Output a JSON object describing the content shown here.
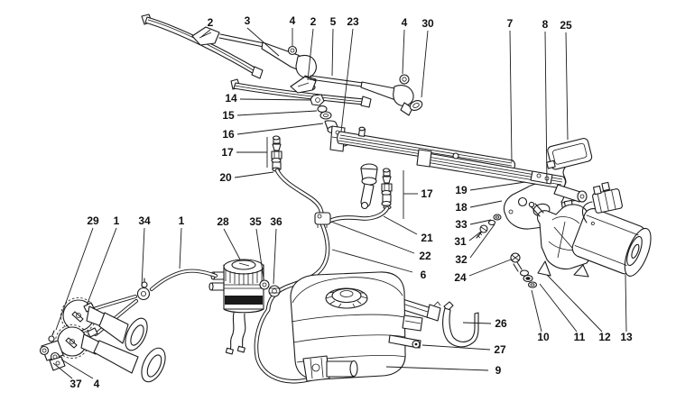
{
  "figure": {
    "background": "#ffffff",
    "ink": "#1a1a1a"
  },
  "callouts": [
    {
      "label": "2"
    },
    {
      "label": "3"
    },
    {
      "label": "4"
    },
    {
      "label": "2"
    },
    {
      "label": "5"
    },
    {
      "label": "23"
    },
    {
      "label": "4"
    },
    {
      "label": "30"
    },
    {
      "label": "7"
    },
    {
      "label": "8"
    },
    {
      "label": "25"
    },
    {
      "label": "14"
    },
    {
      "label": "15"
    },
    {
      "label": "16"
    },
    {
      "label": "17"
    },
    {
      "label": "20"
    },
    {
      "label": "29"
    },
    {
      "label": "1"
    },
    {
      "label": "34"
    },
    {
      "label": "1"
    },
    {
      "label": "28"
    },
    {
      "label": "35"
    },
    {
      "label": "36"
    },
    {
      "label": "17"
    },
    {
      "label": "21"
    },
    {
      "label": "22"
    },
    {
      "label": "6"
    },
    {
      "label": "19"
    },
    {
      "label": "18"
    },
    {
      "label": "33"
    },
    {
      "label": "31"
    },
    {
      "label": "32"
    },
    {
      "label": "24"
    },
    {
      "label": "26"
    },
    {
      "label": "27"
    },
    {
      "label": "9"
    },
    {
      "label": "10"
    },
    {
      "label": "11"
    },
    {
      "label": "12"
    },
    {
      "label": "13"
    },
    {
      "label": "37"
    },
    {
      "label": "4"
    }
  ]
}
